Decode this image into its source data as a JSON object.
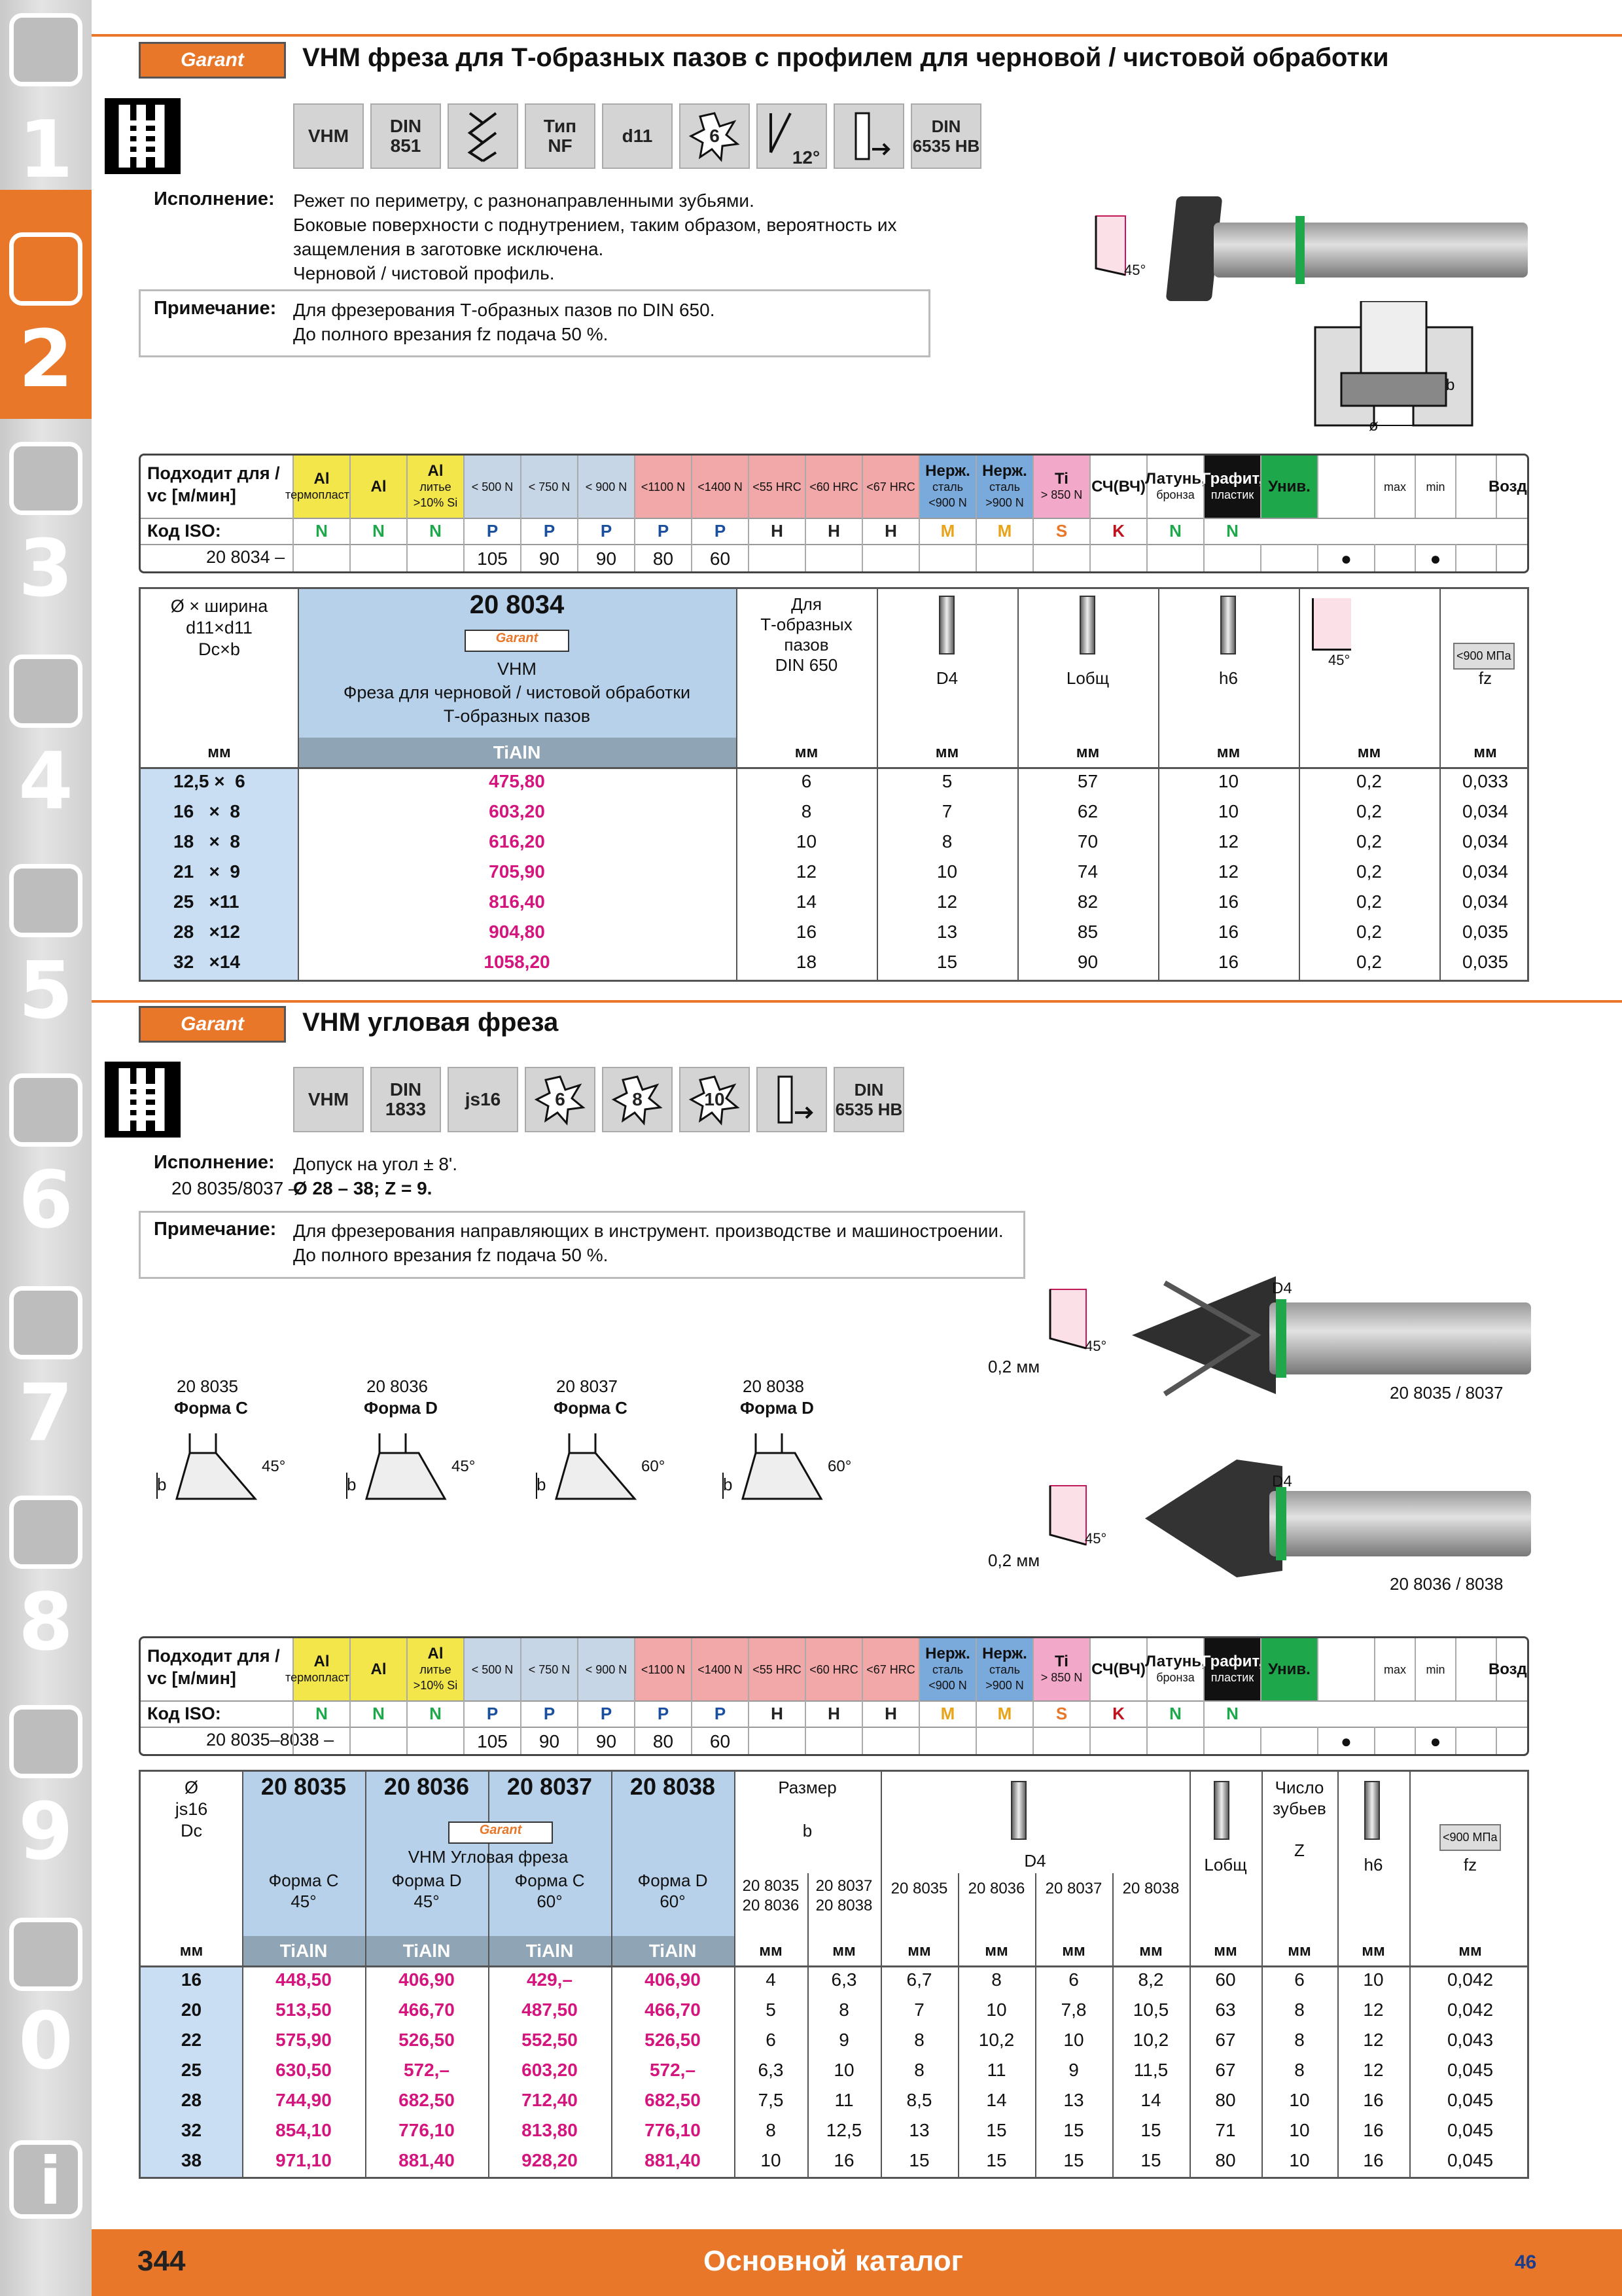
{
  "sidebar": {
    "numbers": [
      "1",
      "2",
      "3",
      "4",
      "5",
      "6",
      "7",
      "8",
      "9",
      "0",
      "i"
    ]
  },
  "section1": {
    "brand": "Garant",
    "title": "VHM фреза для Т-образных пазов с профилем для черновой / чистовой обработки",
    "badges": [
      "VHM",
      "DIN\n851",
      "Тип\nNF",
      "d11",
      "6",
      "12°",
      "DIN\n6535 HB"
    ],
    "execution_label": "Исполнение:",
    "execution_text": "Режет по периметру, с разнонаправленными зубьями.\nБоковые поверхности с поднутрением, таким образом, вероятность их\nзащемления в заготовке исключена.\nЧерновой / чистовой профиль.",
    "note_label": "Примечание:",
    "note_text": "Для фрезерования Т-образных пазов по DIN 650.\nДо полного врезания fz подача 50 %.",
    "angle": "45°",
    "dim_b": "b",
    "dim_d": "ø"
  },
  "suit": {
    "label1": "Подходит для /",
    "label2": "vc [м/мин]",
    "iso_label": "Код ISO:",
    "headers": [
      "Al",
      "Al",
      "Al",
      "",
      "",
      "",
      "",
      "",
      "",
      "",
      "",
      "Нерж.",
      "Нерж.",
      "Ti",
      "СЧ(ВЧ)",
      "Латунь,",
      "Графит,",
      "Унив.",
      "",
      "",
      "",
      "",
      "Воздух"
    ],
    "subheaders": [
      "термопласты",
      "",
      "литье >10% Si",
      "< 500 N",
      "< 750 N",
      "< 900 N",
      "<1100 N",
      "<1400 N",
      "<55 HRC",
      "<60 HRC",
      "<67 HRC",
      "сталь <900 N",
      "сталь >900 N",
      "> 850 N",
      "",
      "бронза",
      "пластик",
      "",
      "",
      "max",
      "min",
      "",
      ""
    ],
    "iso": [
      "N",
      "N",
      "N",
      "P",
      "P",
      "P",
      "P",
      "P",
      "H",
      "H",
      "H",
      "M",
      "M",
      "S",
      "K",
      "N",
      "N"
    ],
    "row1_label": "20 8034 –",
    "row1_values": [
      "",
      "",
      "",
      "105",
      "90",
      "90",
      "80",
      "60",
      "",
      "",
      "",
      "",
      "",
      "",
      "",
      "",
      "",
      "",
      "●",
      "",
      "●",
      "",
      ""
    ],
    "row2_label": "20 8035–8038 –",
    "row2_values": [
      "",
      "",
      "",
      "105",
      "90",
      "90",
      "80",
      "60",
      "",
      "",
      "",
      "",
      "",
      "",
      "",
      "",
      "",
      "",
      "●",
      "",
      "●",
      "",
      ""
    ]
  },
  "table1": {
    "h_size": "Ø × ширина\nd11×d11\nDc×b",
    "code": "20 8034",
    "brand": "Garant",
    "desc": "VHM\nФреза для черновой / чистовой обработки\nТ-образных пазов",
    "coating": "TiAlN",
    "h_slot": "Для\nТ-образных пазов\nDIN 650",
    "h_d4": "D4",
    "h_lobsh": "Lобщ",
    "h_h6": "h6",
    "h_angle": "45°",
    "h_fz": "fz",
    "h_mpa": "<900 МПа",
    "unit": "мм",
    "rows": [
      [
        "12,5 ×  6",
        "475,80",
        "6",
        "5",
        "57",
        "10",
        "0,2",
        "0,033"
      ],
      [
        "16   ×  8",
        "603,20",
        "8",
        "7",
        "62",
        "10",
        "0,2",
        "0,034"
      ],
      [
        "18   ×  8",
        "616,20",
        "10",
        "8",
        "70",
        "12",
        "0,2",
        "0,034"
      ],
      [
        "21   ×  9",
        "705,90",
        "12",
        "10",
        "74",
        "12",
        "0,2",
        "0,034"
      ],
      [
        "25   ×11",
        "816,40",
        "14",
        "12",
        "82",
        "16",
        "0,2",
        "0,034"
      ],
      [
        "28   ×12",
        "904,80",
        "16",
        "13",
        "85",
        "16",
        "0,2",
        "0,035"
      ],
      [
        "32   ×14",
        "1058,20",
        "18",
        "15",
        "90",
        "16",
        "0,2",
        "0,035"
      ]
    ]
  },
  "section2": {
    "brand": "Garant",
    "title": "VHM угловая фреза",
    "badges": [
      "VHM",
      "DIN\n1833",
      "js16",
      "6",
      "8",
      "10",
      "DIN\n6535 HB"
    ],
    "execution_label": "Исполнение:",
    "execution_text": "Допуск на угол ± 8'.",
    "execution_sub_label": "20 8035/8037 –",
    "execution_sub_text": "Ø 28 – 38; Z = 9.",
    "note_label": "Примечание:",
    "note_text": "Для фрезерования направляющих в инструмент. производстве и машиностроении.\nДо полного врезания fz подача 50 %.",
    "forms": [
      {
        "code": "20 8035",
        "form": "Форма C",
        "angle": "45°",
        "b": "b"
      },
      {
        "code": "20 8036",
        "form": "Форма D",
        "angle": "45°",
        "b": "b"
      },
      {
        "code": "20 8037",
        "form": "Форма C",
        "angle": "60°",
        "b": "b"
      },
      {
        "code": "20 8038",
        "form": "Форма D",
        "angle": "60°",
        "b": "b"
      }
    ],
    "photo1_caption": "20 8035 / 8037",
    "photo2_caption": "20 8036 / 8038",
    "photo_d4": "D4",
    "photo_mm": "0,2 мм",
    "photo_angle": "45°"
  },
  "table2": {
    "h_size": "Ø\njs16\nDc",
    "codes": [
      "20 8035",
      "20 8036",
      "20 8037",
      "20 8038"
    ],
    "brand": "Garant",
    "desc": "VHM Угловая фреза",
    "forms": [
      "Форма C\n45°",
      "Форма D\n45°",
      "Форма C\n60°",
      "Форма D\n60°"
    ],
    "coating": "TiAlN",
    "h_size_b": "Размер\n\nb",
    "h_b_sub": [
      "20 8035\n20 8036",
      "20 8037\n20 8038"
    ],
    "h_d4": "D4",
    "h_d4_sub": [
      "20 8035",
      "20 8036",
      "20 8037",
      "20 8038"
    ],
    "h_lobsh": "Lобщ",
    "h_z": "Число\nзубьев\n\nZ",
    "h_h6": "h6",
    "h_fz": "fz",
    "h_mpa": "<900 МПа",
    "unit": "мм",
    "rows": [
      [
        "16",
        "448,50",
        "406,90",
        "429,–",
        "406,90",
        "4",
        "6,3",
        "6,7",
        "8",
        "6",
        "8,2",
        "60",
        "6",
        "10",
        "0,042"
      ],
      [
        "20",
        "513,50",
        "466,70",
        "487,50",
        "466,70",
        "5",
        "8",
        "7",
        "10",
        "7,8",
        "10,5",
        "63",
        "8",
        "12",
        "0,042"
      ],
      [
        "22",
        "575,90",
        "526,50",
        "552,50",
        "526,50",
        "6",
        "9",
        "8",
        "10,2",
        "10",
        "10,2",
        "67",
        "8",
        "12",
        "0,043"
      ],
      [
        "25",
        "630,50",
        "572,–",
        "603,20",
        "572,–",
        "6,3",
        "10",
        "8",
        "11",
        "9",
        "11,5",
        "67",
        "8",
        "12",
        "0,045"
      ],
      [
        "28",
        "744,90",
        "682,50",
        "712,40",
        "682,50",
        "7,5",
        "11",
        "8,5",
        "14",
        "13",
        "14",
        "80",
        "10",
        "16",
        "0,045"
      ],
      [
        "32",
        "854,10",
        "776,10",
        "813,80",
        "776,10",
        "8",
        "12,5",
        "13",
        "15",
        "15",
        "15",
        "71",
        "10",
        "16",
        "0,045"
      ],
      [
        "38",
        "971,10",
        "881,40",
        "928,20",
        "881,40",
        "10",
        "16",
        "15",
        "15",
        "15",
        "15",
        "80",
        "10",
        "16",
        "0,045"
      ]
    ]
  },
  "footer": {
    "page": "344",
    "title": "Основной каталог",
    "right": "46"
  }
}
